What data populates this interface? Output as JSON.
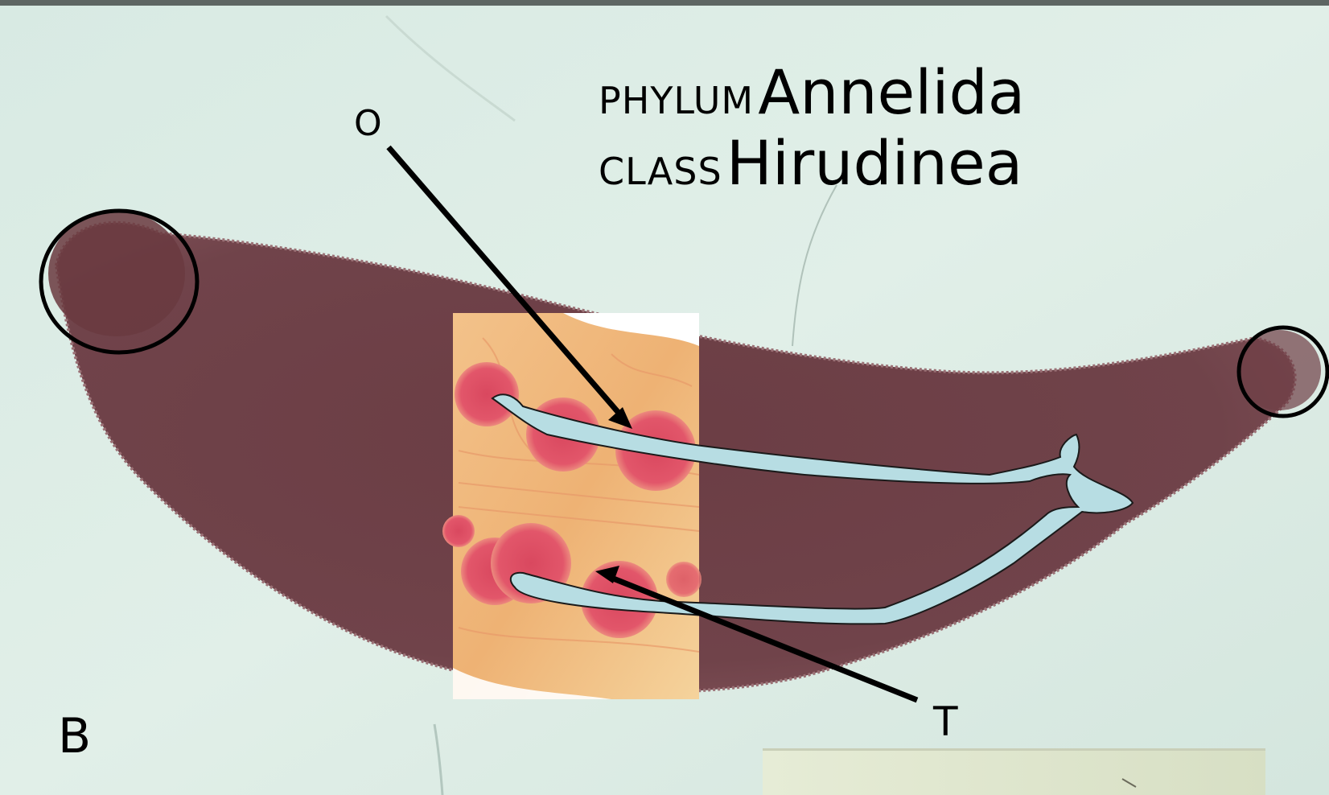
{
  "title": {
    "line1_prefix": "PHYLUM",
    "line1_name": "Annelida",
    "line2_prefix": "CLASS",
    "line2_name": "Hirudinea"
  },
  "labels": {
    "ovary": "O",
    "testis": "T",
    "panel": "B"
  },
  "colors": {
    "background": "#dcece4",
    "specimen_body": "#6e4046",
    "reproductive_organ_outline": "#b7dde3",
    "section_stain": "#f0b878",
    "follicle_stain": "#dd4a62",
    "annotation": "#000000"
  }
}
